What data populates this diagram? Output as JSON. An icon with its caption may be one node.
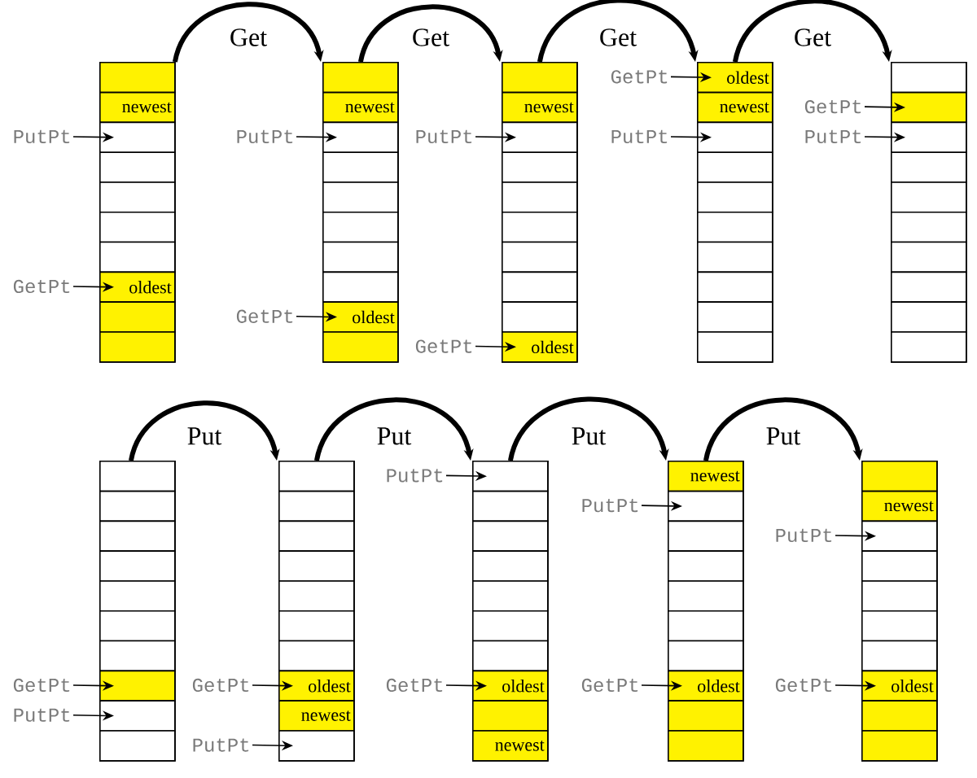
{
  "diagram": {
    "nodes": [
      {
        "text": [],
        "shape": "box"
      },
      {
        "text": [],
        "shape": "box",
        "in": 0
      },
      {
        "text": [
          "newest"
        ],
        "in": 0
      },
      {
        "text": [],
        "shape": "box",
        "in": 0
      },
      {
        "text": [],
        "shape": "box",
        "in": 0
      },
      {
        "text": [],
        "shape": "box",
        "in": 0
      },
      {
        "text": [],
        "shape": "box",
        "in": 0
      },
      {
        "text": [],
        "shape": "box",
        "in": 0
      },
      {
        "text": [
          "oldest"
        ],
        "in": 0
      },
      {
        "text": [],
        "shape": "box",
        "in": 0
      },
      {
        "text": [],
        "shape": "box",
        "in": 0
      },
      {
        "text": [
          "PutPt"
        ]
      },
      {
        "text": [
          "GetPt"
        ]
      },
      {
        "text": [],
        "shape": "box"
      },
      {
        "text": [],
        "shape": "box",
        "in": 13
      },
      {
        "text": [
          "newest"
        ],
        "in": 13
      },
      {
        "text": [],
        "shape": "box",
        "in": 13
      },
      {
        "text": [],
        "shape": "box",
        "in": 13
      },
      {
        "text": [],
        "shape": "box",
        "in": 13
      },
      {
        "text": [],
        "shape": "box",
        "in": 13
      },
      {
        "text": [],
        "shape": "box",
        "in": 13
      },
      {
        "text": [],
        "shape": "box",
        "in": 13
      },
      {
        "text": [
          "oldest"
        ],
        "in": 13
      },
      {
        "text": [],
        "shape": "box",
        "in": 13
      },
      {
        "text": [
          "PutPt"
        ]
      },
      {
        "text": [
          "GetPt"
        ]
      },
      {
        "text": [],
        "shape": "box"
      },
      {
        "text": [],
        "shape": "box",
        "in": 26
      },
      {
        "text": [
          "newest"
        ],
        "in": 26
      },
      {
        "text": [],
        "shape": "box",
        "in": 26
      },
      {
        "text": [],
        "shape": "box",
        "in": 26
      },
      {
        "text": [],
        "shape": "box",
        "in": 26
      },
      {
        "text": [],
        "shape": "box",
        "in": 26
      },
      {
        "text": [],
        "shape": "box",
        "in": 26
      },
      {
        "text": [],
        "shape": "box",
        "in": 26
      },
      {
        "text": [],
        "shape": "box",
        "in": 26
      },
      {
        "text": [
          "oldest"
        ],
        "in": 26
      },
      {
        "text": [
          "PutPt"
        ]
      },
      {
        "text": [
          "GetPt"
        ]
      },
      {
        "text": [],
        "shape": "box"
      },
      {
        "text": [
          "oldest"
        ],
        "in": 39
      },
      {
        "text": [
          "newest"
        ],
        "in": 39
      },
      {
        "text": [],
        "shape": "box",
        "in": 39
      },
      {
        "text": [],
        "shape": "box",
        "in": 39
      },
      {
        "text": [],
        "shape": "box",
        "in": 39
      },
      {
        "text": [],
        "shape": "box",
        "in": 39
      },
      {
        "text": [],
        "shape": "box",
        "in": 39
      },
      {
        "text": [],
        "shape": "box",
        "in": 39
      },
      {
        "text": [],
        "shape": "box",
        "in": 39
      },
      {
        "text": [],
        "shape": "box",
        "in": 39
      },
      {
        "text": [
          "GetPt"
        ]
      },
      {
        "text": [
          "PutPt"
        ]
      },
      {
        "text": [],
        "shape": "box"
      },
      {
        "text": [],
        "shape": "box",
        "in": 52
      },
      {
        "text": [],
        "shape": "box",
        "in": 52
      },
      {
        "text": [],
        "shape": "box",
        "in": 52
      },
      {
        "text": [],
        "shape": "box",
        "in": 52
      },
      {
        "text": [],
        "shape": "box",
        "in": 52
      },
      {
        "text": [],
        "shape": "box",
        "in": 52
      },
      {
        "text": [],
        "shape": "box",
        "in": 52
      },
      {
        "text": [],
        "shape": "box",
        "in": 52
      },
      {
        "text": [],
        "shape": "box",
        "in": 52
      },
      {
        "text": [],
        "shape": "box",
        "in": 52
      },
      {
        "text": [
          "GetPt"
        ]
      },
      {
        "text": [
          "PutPt"
        ]
      },
      {
        "text": [],
        "shape": "box"
      },
      {
        "text": [],
        "shape": "box",
        "in": 65
      },
      {
        "text": [],
        "shape": "box",
        "in": 65
      },
      {
        "text": [],
        "shape": "box",
        "in": 65
      },
      {
        "text": [],
        "shape": "box",
        "in": 65
      },
      {
        "text": [],
        "shape": "box",
        "in": 65
      },
      {
        "text": [],
        "shape": "box",
        "in": 65
      },
      {
        "text": [],
        "shape": "box",
        "in": 65
      },
      {
        "text": [],
        "shape": "box",
        "in": 65
      },
      {
        "text": [],
        "shape": "box",
        "in": 65
      },
      {
        "text": [],
        "shape": "box",
        "in": 65
      },
      {
        "text": [
          "GetPt"
        ]
      },
      {
        "text": [
          "PutPt"
        ]
      },
      {
        "text": [],
        "shape": "box"
      },
      {
        "text": [],
        "shape": "box",
        "in": 78
      },
      {
        "text": [],
        "shape": "box",
        "in": 78
      },
      {
        "text": [],
        "shape": "box",
        "in": 78
      },
      {
        "text": [],
        "shape": "box",
        "in": 78
      },
      {
        "text": [],
        "shape": "box",
        "in": 78
      },
      {
        "text": [],
        "shape": "box",
        "in": 78
      },
      {
        "text": [],
        "shape": "box",
        "in": 78
      },
      {
        "text": [
          "oldest"
        ],
        "in": 78
      },
      {
        "text": [
          "newest"
        ],
        "in": 78
      },
      {
        "text": [],
        "shape": "box",
        "in": 78
      },
      {
        "text": [
          "GetPt"
        ]
      },
      {
        "text": [
          "PutPt"
        ]
      },
      {
        "text": [],
        "shape": "box"
      },
      {
        "text": [],
        "shape": "box",
        "in": 91
      },
      {
        "text": [],
        "shape": "box",
        "in": 91
      },
      {
        "text": [],
        "shape": "box",
        "in": 91
      },
      {
        "text": [],
        "shape": "box",
        "in": 91
      },
      {
        "text": [],
        "shape": "box",
        "in": 91
      },
      {
        "text": [],
        "shape": "box",
        "in": 91
      },
      {
        "text": [],
        "shape": "box",
        "in": 91
      },
      {
        "text": [
          "oldest"
        ],
        "in": 91
      },
      {
        "text": [],
        "shape": "box",
        "in": 91
      },
      {
        "text": [
          "newest"
        ],
        "in": 91
      },
      {
        "text": [
          "PutPt"
        ]
      },
      {
        "text": [
          "GetPt"
        ]
      },
      {
        "text": [],
        "shape": "box"
      },
      {
        "text": [
          "newest"
        ],
        "in": 104
      },
      {
        "text": [],
        "shape": "box",
        "in": 104
      },
      {
        "text": [],
        "shape": "box",
        "in": 104
      },
      {
        "text": [],
        "shape": "box",
        "in": 104
      },
      {
        "text": [],
        "shape": "box",
        "in": 104
      },
      {
        "text": [],
        "shape": "box",
        "in": 104
      },
      {
        "text": [],
        "shape": "box",
        "in": 104
      },
      {
        "text": [
          "oldest"
        ],
        "in": 104
      },
      {
        "text": [],
        "shape": "box",
        "in": 104
      },
      {
        "text": [],
        "shape": "box",
        "in": 104
      },
      {
        "text": [
          "PutPt"
        ]
      },
      {
        "text": [
          "GetPt"
        ]
      },
      {
        "text": [],
        "shape": "box"
      },
      {
        "text": [],
        "shape": "box",
        "in": 117
      },
      {
        "text": [
          "newest"
        ],
        "in": 117
      },
      {
        "text": [],
        "shape": "box",
        "in": 117
      },
      {
        "text": [],
        "shape": "box",
        "in": 117
      },
      {
        "text": [],
        "shape": "box",
        "in": 117
      },
      {
        "text": [],
        "shape": "box",
        "in": 117
      },
      {
        "text": [],
        "shape": "box",
        "in": 117
      },
      {
        "text": [
          "oldest"
        ],
        "in": 117
      },
      {
        "text": [],
        "shape": "box",
        "in": 117
      },
      {
        "text": [],
        "shape": "box",
        "in": 117
      },
      {
        "text": [
          "PutPt"
        ]
      },
      {
        "text": [
          "GetPt"
        ]
      }
    ],
    "edges": [
      {
        "from": 11,
        "to": 3,
        "arrow": "to"
      },
      {
        "from": 12,
        "to": 8,
        "arrow": "to"
      },
      {
        "from": 24,
        "to": 16,
        "arrow": "to"
      },
      {
        "from": 25,
        "to": 22,
        "arrow": "to"
      },
      {
        "from": 37,
        "to": 29,
        "arrow": "to"
      },
      {
        "from": 38,
        "to": 36,
        "arrow": "to"
      },
      {
        "from": 50,
        "to": 40,
        "arrow": "to"
      },
      {
        "from": 51,
        "to": 42,
        "arrow": "to"
      },
      {
        "from": 63,
        "to": 54,
        "arrow": "to"
      },
      {
        "from": 64,
        "to": 55,
        "arrow": "to"
      },
      {
        "from": 76,
        "to": 73,
        "arrow": "to"
      },
      {
        "from": 77,
        "to": 74,
        "arrow": "to"
      },
      {
        "from": 89,
        "to": 86,
        "arrow": "to"
      },
      {
        "from": 90,
        "to": 88,
        "arrow": "to"
      },
      {
        "from": 102,
        "to": 92,
        "arrow": "to"
      },
      {
        "from": 103,
        "to": 99,
        "arrow": "to"
      },
      {
        "from": 115,
        "to": 106,
        "arrow": "to"
      },
      {
        "from": 116,
        "to": 112,
        "arrow": "to"
      },
      {
        "from": 128,
        "to": 120,
        "arrow": "to"
      },
      {
        "from": 129,
        "to": 125,
        "arrow": "to"
      },
      {
        "from": 0,
        "to": 13,
        "arrow": "to",
        "label": "Get",
        "style": "thick"
      },
      {
        "from": 13,
        "to": 26,
        "arrow": "to",
        "label": "Get",
        "style": "thick"
      },
      {
        "from": 26,
        "to": 39,
        "arrow": "to",
        "label": "Get",
        "style": "thick"
      },
      {
        "from": 39,
        "to": 52,
        "arrow": "to",
        "label": "Get",
        "style": "thick"
      },
      {
        "from": 65,
        "to": 78,
        "arrow": "to",
        "label": "Put",
        "style": "thick"
      },
      {
        "from": 78,
        "to": 91,
        "arrow": "to",
        "label": "Put",
        "style": "thick"
      },
      {
        "from": 91,
        "to": 104,
        "arrow": "to",
        "label": "Put",
        "style": "thick"
      },
      {
        "from": 104,
        "to": 117,
        "arrow": "to",
        "label": "Put",
        "style": "thick"
      }
    ]
  }
}
